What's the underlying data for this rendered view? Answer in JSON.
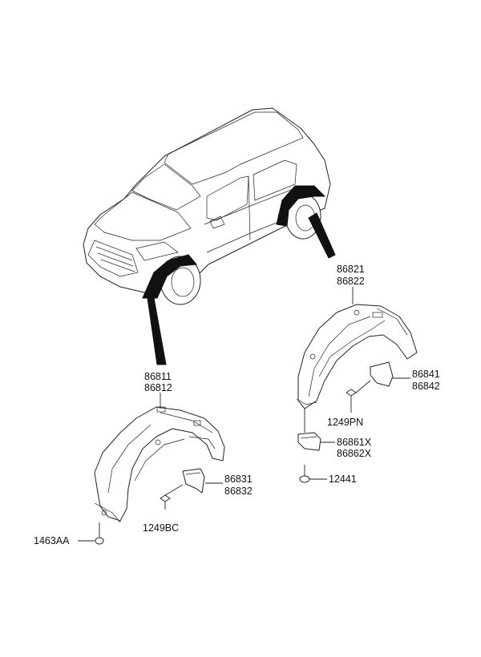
{
  "labels": {
    "front_liner_lh": "86811",
    "front_liner_rh": "86812",
    "rear_liner_lh": "86821",
    "rear_liner_rh": "86822",
    "front_guard_lh": "86831",
    "front_guard_rh": "86832",
    "rear_guard_lh": "86841",
    "rear_guard_rh": "86842",
    "rear_mud_lh": "86861X",
    "rear_mud_rh": "86862X",
    "screw_front": "1249BC",
    "screw_rear": "1249PN",
    "bolt_rear": "12441",
    "clip_front": "1463AA"
  },
  "colors": {
    "line": "#222222",
    "highlight": "#111111",
    "background": "#ffffff"
  }
}
